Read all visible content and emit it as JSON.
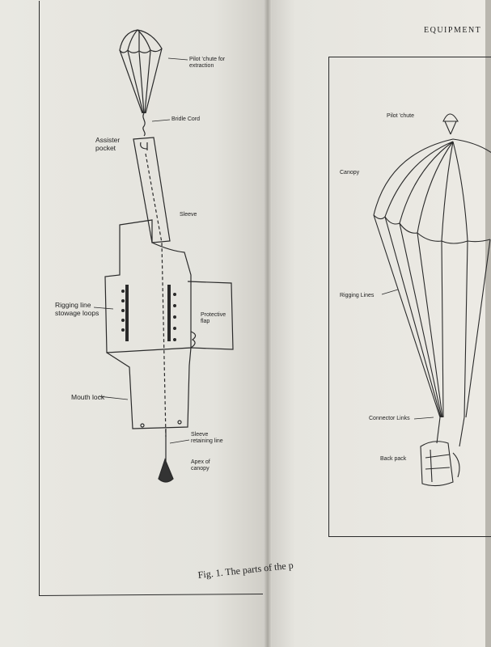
{
  "header": {
    "running_head": "EQUIPMENT"
  },
  "figure_left": {
    "caption": "Fig. 1. The parts of the p",
    "labels": {
      "pilot_chute": "Pilot 'chute for extraction",
      "bridle_cord": "Bridle Cord",
      "assister_pocket": "Assister pocket",
      "sleeve": "Sleeve",
      "rigging_line_stowage_loops": "Rigging line stowage loops",
      "protective_flap": "Protective flap",
      "mouth_lock": "Mouth lock",
      "sleeve_retaining_line": "Sleeve retaining line",
      "apex_of_canopy": "Apex of canopy"
    }
  },
  "figure_right": {
    "labels": {
      "pilot_chute": "Pilot 'chute",
      "canopy": "Canopy",
      "rigging_lines": "Rigging Lines",
      "connector_links": "Connector Links",
      "back_pack": "Back pack"
    }
  }
}
